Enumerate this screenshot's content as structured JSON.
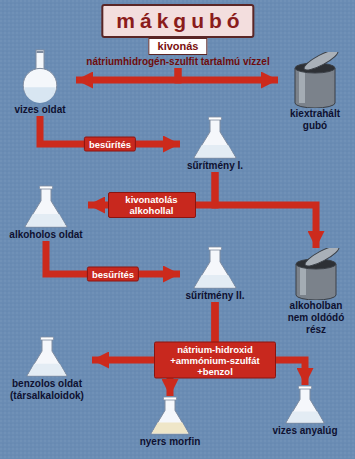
{
  "diagram": {
    "nodes": [
      {
        "text": [
          "mákgubó"
        ]
      },
      {
        "text": [
          "kivonás",
          "nátriumhidrogén-szulfit tartalmú vízzel"
        ]
      },
      {
        "text": [
          "vizes oldat"
        ]
      },
      {
        "text": [
          "kiextrahált gubó"
        ]
      },
      {
        "text": [
          "sűrítmény I."
        ]
      },
      {
        "text": [
          "alkoholos oldat"
        ]
      },
      {
        "text": [
          "alkoholban nem oldódó rész"
        ]
      },
      {
        "text": [
          "sűrítmény II."
        ]
      },
      {
        "text": [
          "benzolos oldat (társalkaloidok)"
        ]
      },
      {
        "text": [
          "nyers morfin"
        ]
      },
      {
        "text": [
          "vizes anyalúg"
        ]
      }
    ],
    "edges": [
      {
        "from": 1,
        "to": 2,
        "arrow": "to"
      },
      {
        "from": 1,
        "to": 3,
        "arrow": "to"
      },
      {
        "from": 2,
        "to": 4,
        "label": "besűrítés",
        "arrow": "to"
      },
      {
        "from": 4,
        "to": 5,
        "label": "kivonatolás alkohollal",
        "arrow": "to"
      },
      {
        "from": 4,
        "to": 6,
        "arrow": "to"
      },
      {
        "from": 5,
        "to": 7,
        "label": "besűrítés",
        "arrow": "to"
      },
      {
        "from": 7,
        "to": 8,
        "arrow": "to"
      },
      {
        "from": 7,
        "to": 9,
        "label": "nátrium-hidroxid +ammónium-szulfát +benzol",
        "arrow": "to"
      },
      {
        "from": 7,
        "to": 10,
        "arrow": "to"
      }
    ]
  }
}
